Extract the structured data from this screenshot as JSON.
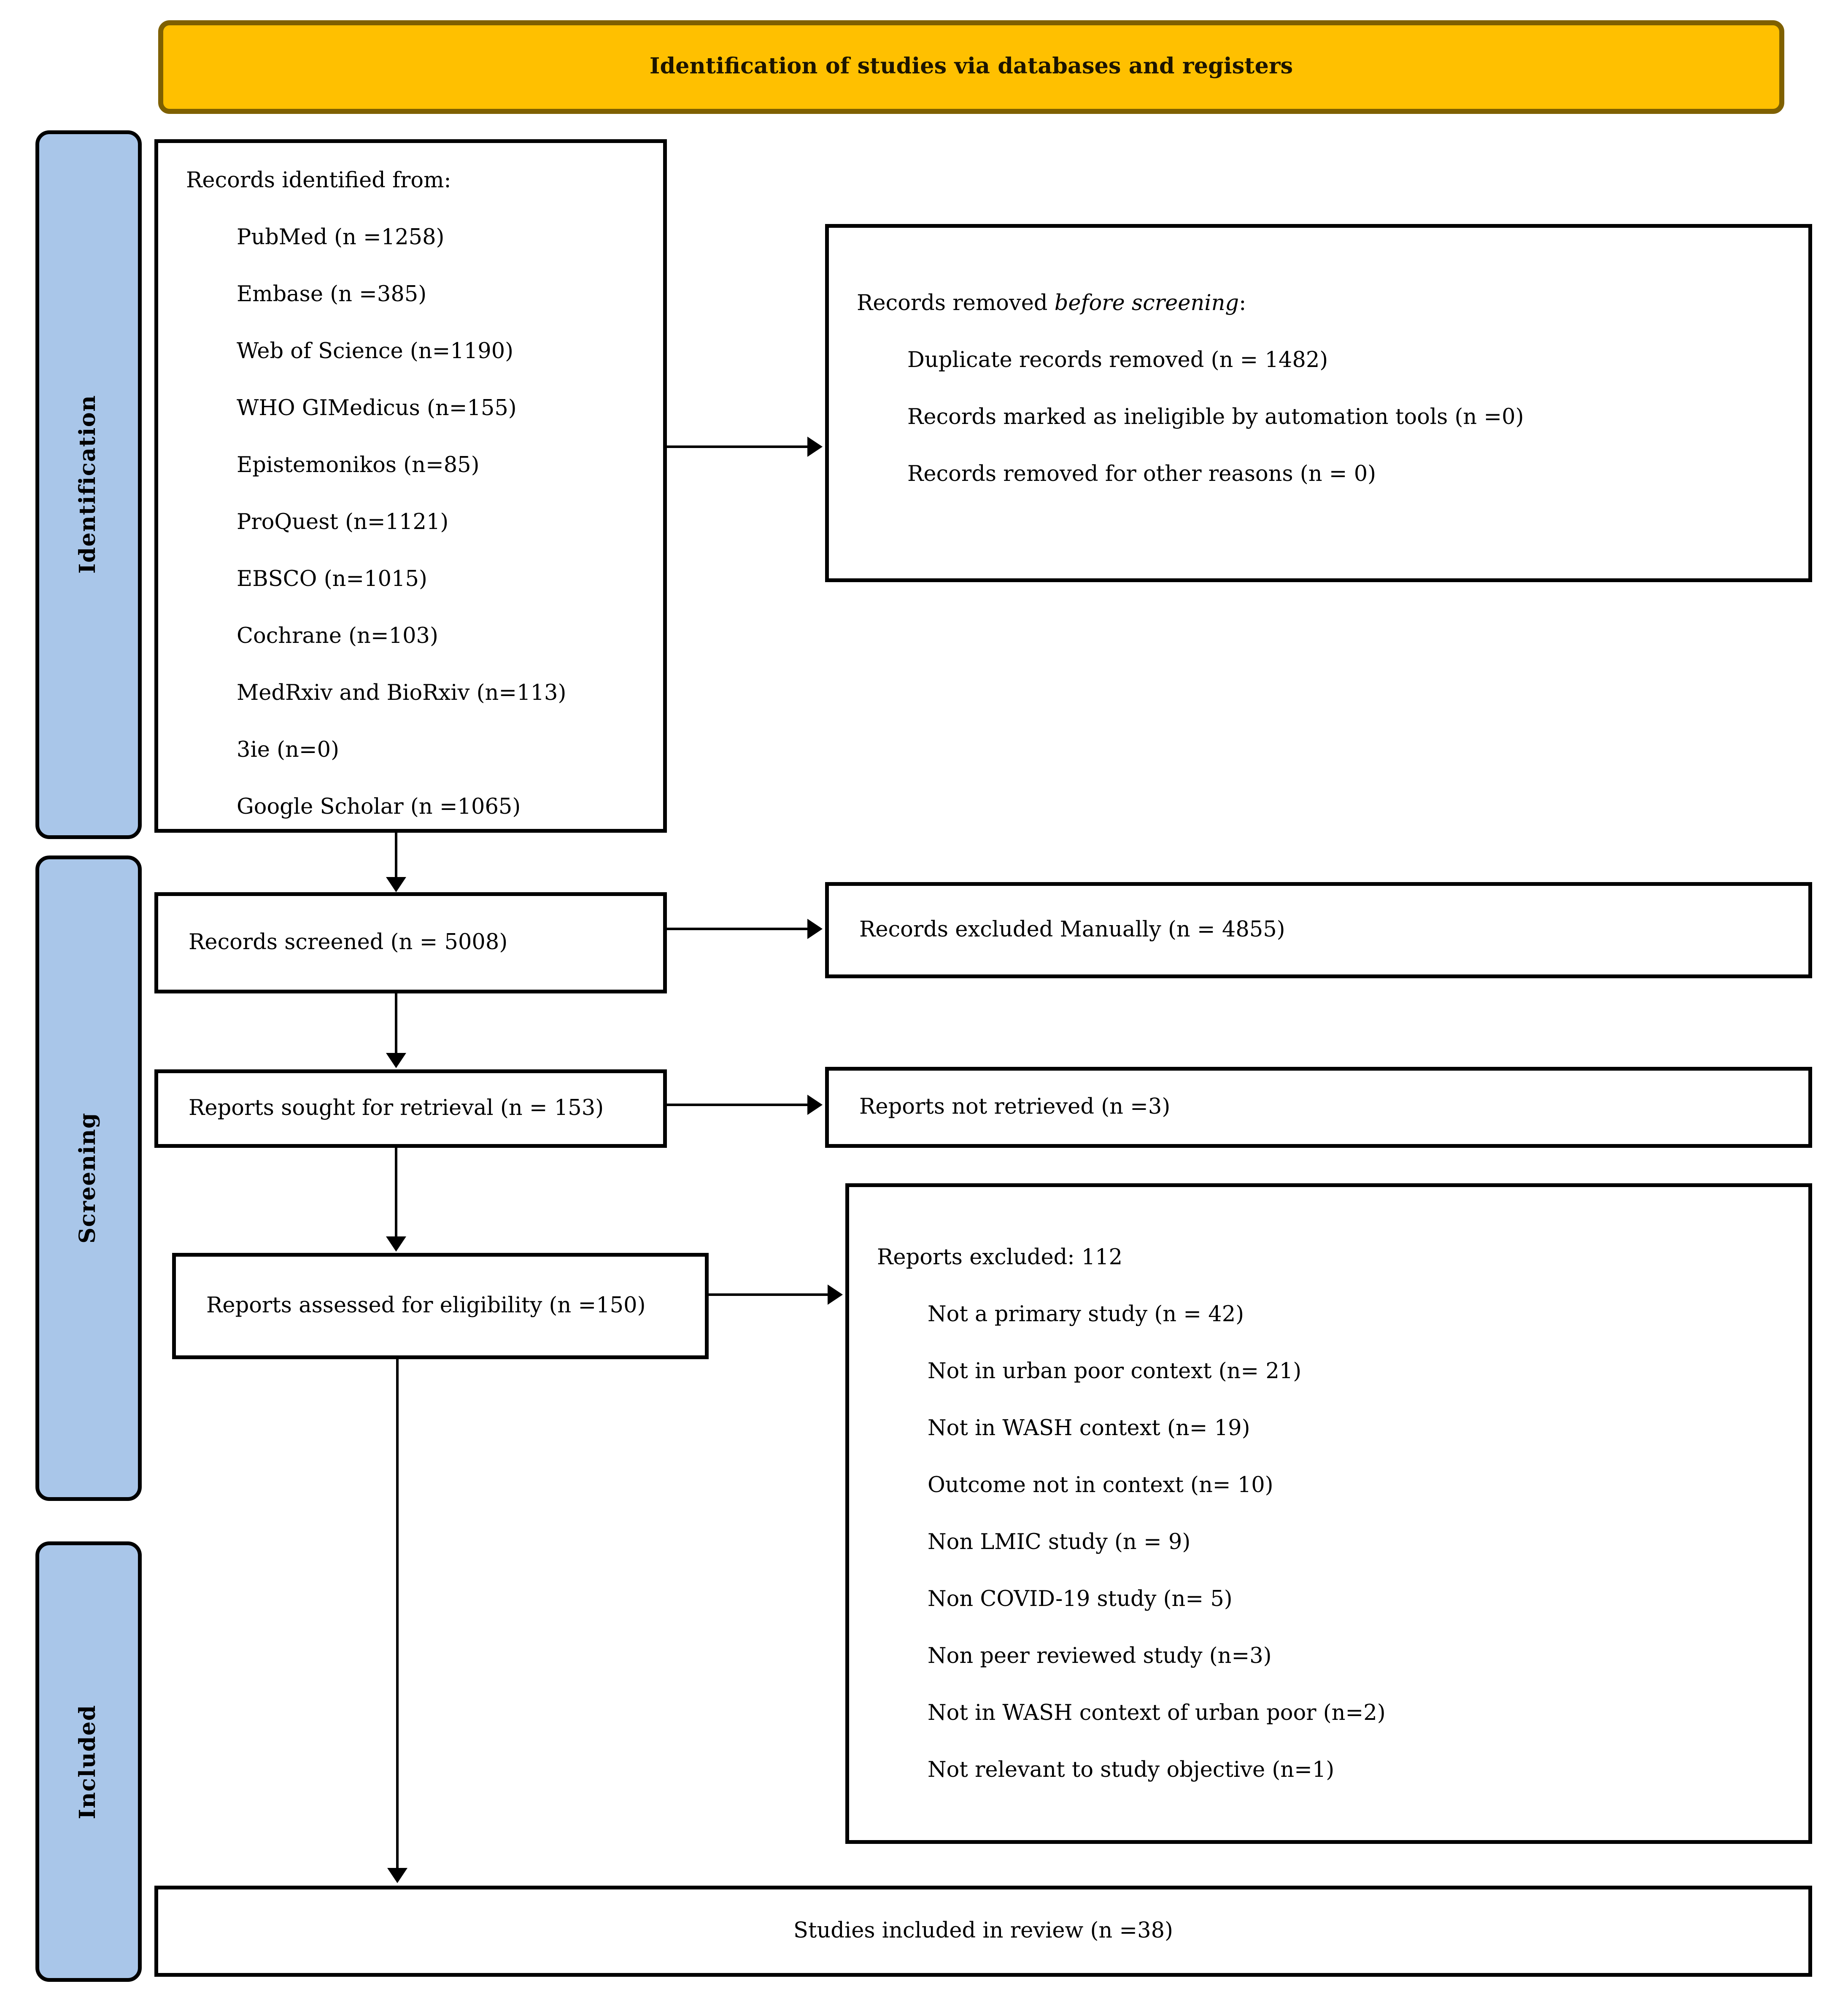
{
  "banner": {
    "title": "Identification of studies via databases and registers"
  },
  "sidebar": {
    "identification": "Identification",
    "screening": "Screening",
    "included": "Included"
  },
  "identified": {
    "header": "Records identified from:",
    "items": [
      "PubMed (n =1258)",
      "Embase (n =385)",
      "Web of Science (n=1190)",
      "WHO GIMedicus (n=155)",
      "Epistemonikos (n=85)",
      "ProQuest (n=1121)",
      "EBSCO (n=1015)",
      "Cochrane (n=103)",
      "MedRxiv and BioRxiv (n=113)",
      "3ie (n=0)",
      "Google Scholar (n =1065)"
    ]
  },
  "removed": {
    "prefix": "Records removed ",
    "italic": "before screening",
    "suffix": ":",
    "items": [
      "Duplicate records removed (n = 1482)",
      "Records marked as ineligible by automation tools (n =0)",
      "Records removed for other reasons (n = 0)"
    ]
  },
  "screened": {
    "label": "Records screened (n = 5008)"
  },
  "excluded_manually": {
    "label": "Records excluded Manually (n = 4855)"
  },
  "sought": {
    "label": "Reports sought for retrieval (n = 153)"
  },
  "not_retrieved": {
    "label": "Reports not retrieved (n =3)"
  },
  "assessed": {
    "label": "Reports assessed for eligibility (n =150)"
  },
  "reports_excluded": {
    "header": "Reports excluded: 112",
    "items": [
      "Not a primary study (n = 42)",
      "Not in urban poor context (n= 21)",
      "Not in WASH context (n= 19)",
      "Outcome not in context (n= 10)",
      "Non LMIC study (n = 9)",
      "Non COVID-19 study (n= 5)",
      "Non peer reviewed study (n=3)",
      "Not in WASH context of urban poor (n=2)",
      "Not relevant to study objective (n=1)"
    ]
  },
  "included_review": {
    "label": "Studies included in review (n =38)"
  },
  "colors": {
    "banner_fill": "#FFC000",
    "banner_border": "#7F6000",
    "sidebar_fill": "#A9C6E9",
    "box_border": "#000000"
  }
}
